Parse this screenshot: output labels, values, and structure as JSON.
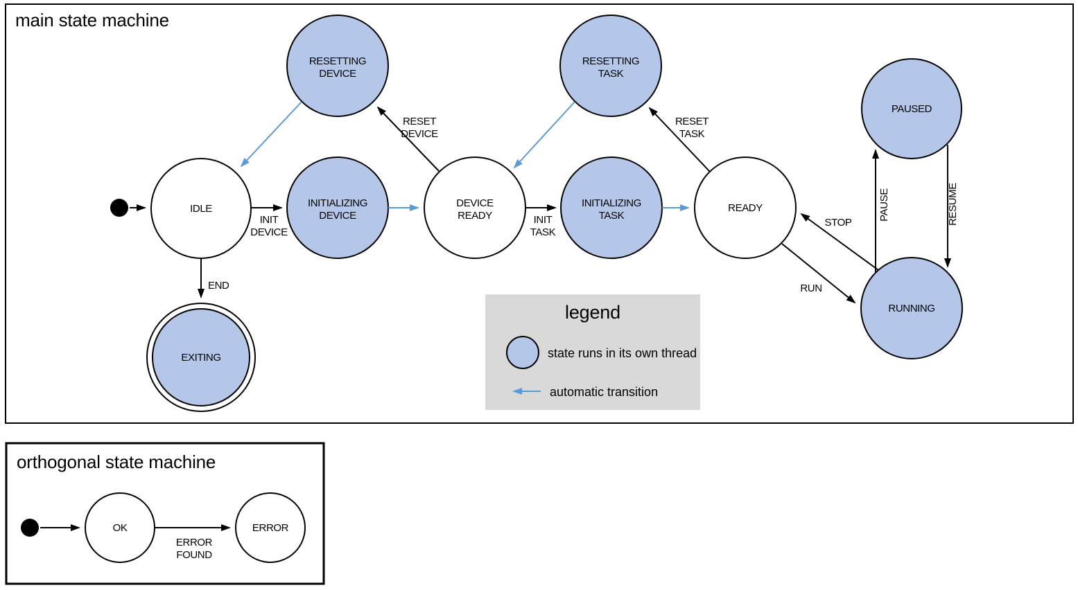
{
  "colors": {
    "threaded_state_fill": "#b5c7e8",
    "plain_state_fill": "#ffffff",
    "outline": "#000000",
    "auto_transition_arrow": "#5b9bd5",
    "legend_background": "#d9d9d9",
    "background": "#ffffff"
  },
  "main": {
    "title": "main state machine",
    "states": {
      "idle": {
        "label": "IDLE"
      },
      "resetting_device": {
        "line1": "RESETTING",
        "line2": "DEVICE"
      },
      "initializing_device": {
        "line1": "INITIALIZING",
        "line2": "DEVICE"
      },
      "device_ready": {
        "line1": "DEVICE",
        "line2": "READY"
      },
      "resetting_task": {
        "line1": "RESETTING",
        "line2": "TASK"
      },
      "initializing_task": {
        "line1": "INITIALIZING",
        "line2": "TASK"
      },
      "ready": {
        "label": "READY"
      },
      "paused": {
        "label": "PAUSED"
      },
      "running": {
        "label": "RUNNING"
      },
      "exiting": {
        "label": "EXITING"
      }
    },
    "transitions": {
      "init_device": {
        "line1": "INIT",
        "line2": "DEVICE"
      },
      "reset_device": {
        "line1": "RESET",
        "line2": "DEVICE"
      },
      "init_task": {
        "line1": "INIT",
        "line2": "TASK"
      },
      "reset_task": {
        "line1": "RESET",
        "line2": "TASK"
      },
      "end": {
        "label": "END"
      },
      "stop": {
        "label": "STOP"
      },
      "run": {
        "label": "RUN"
      },
      "pause": {
        "label": "PAUSE"
      },
      "resume": {
        "label": "RESUME"
      }
    }
  },
  "legend": {
    "title": "legend",
    "threaded_state_caption": "state runs in its own thread",
    "auto_transition_caption": "automatic transition"
  },
  "orthogonal": {
    "title": "orthogonal state machine",
    "states": {
      "ok": {
        "label": "OK"
      },
      "error": {
        "label": "ERROR"
      }
    },
    "transitions": {
      "error_found": {
        "line1": "ERROR",
        "line2": "FOUND"
      }
    }
  }
}
